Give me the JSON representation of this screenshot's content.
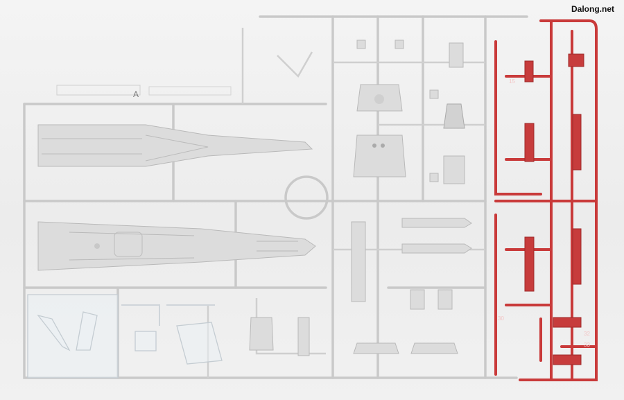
{
  "watermark": "Dalong.net",
  "sprue": {
    "tag_letter": "A",
    "red_part_numbers": [
      "15",
      "30",
      "32",
      "33"
    ]
  },
  "colors": {
    "gray_plastic": "#dcdcdc",
    "red_plastic": "#c73c3c",
    "clear_plastic": "#e6ecf0"
  }
}
